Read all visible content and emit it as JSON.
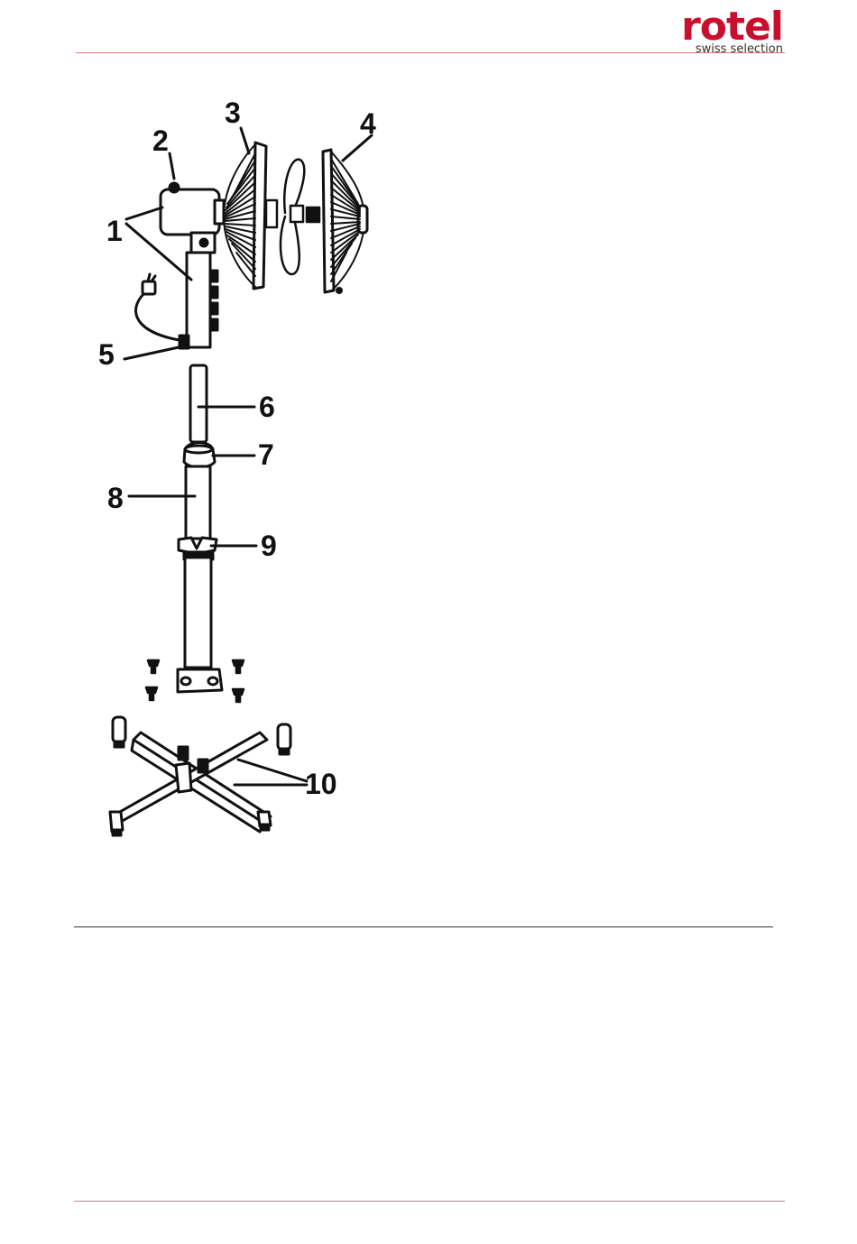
{
  "header": {
    "brand": "rotel",
    "tagline": "swiss selection",
    "brand_color": "#c8102e"
  },
  "diagram": {
    "callouts": [
      "1",
      "2",
      "3",
      "4",
      "5",
      "6",
      "7",
      "8",
      "9",
      "10"
    ]
  }
}
